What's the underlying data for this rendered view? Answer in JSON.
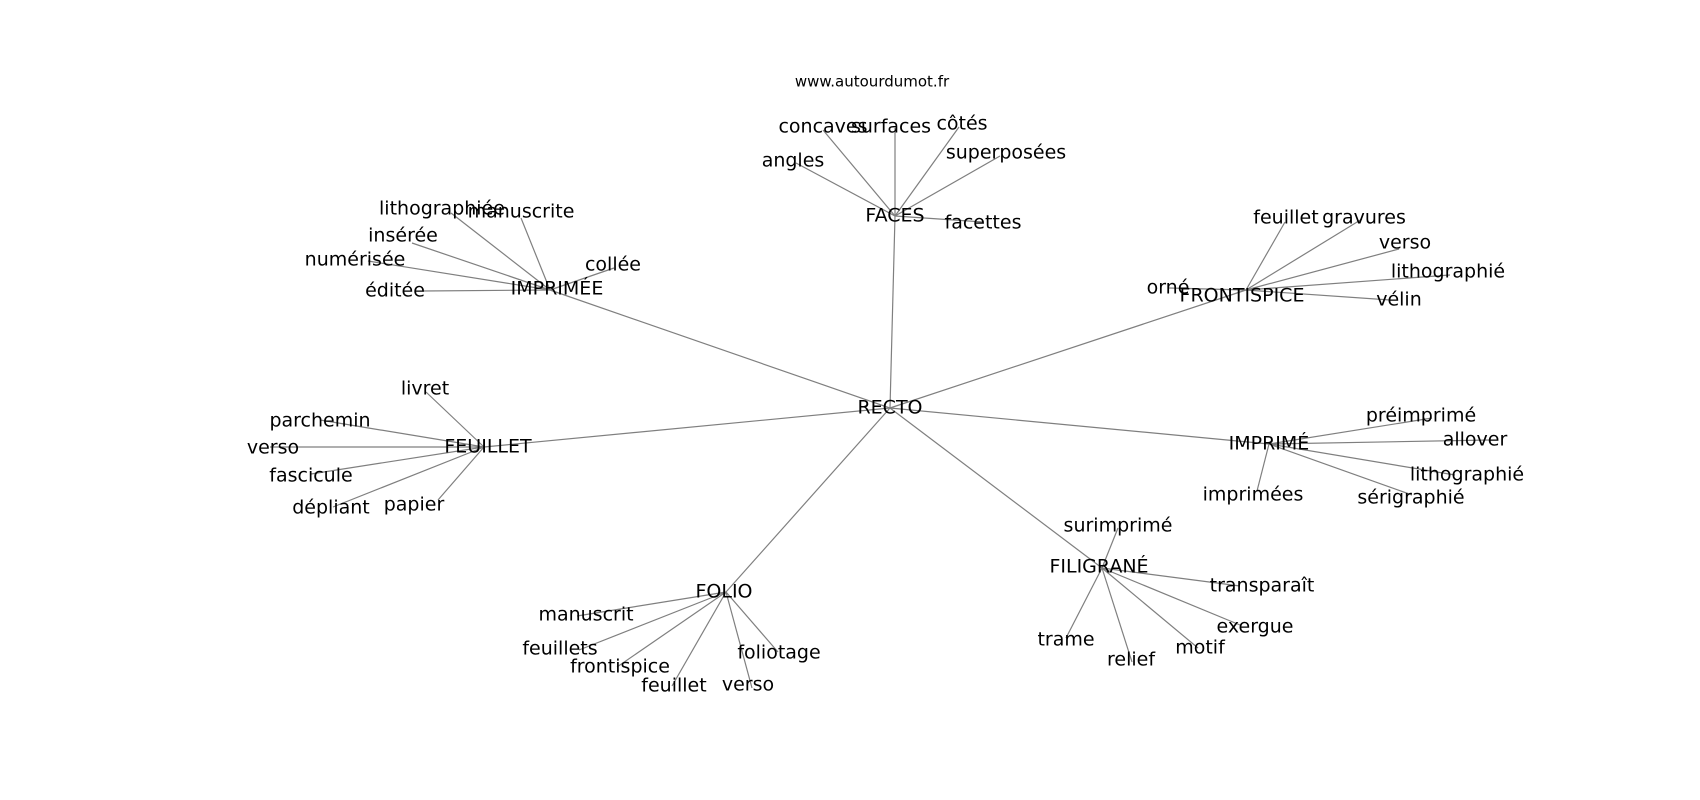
{
  "site": "www.autourdumot.fr",
  "center": "RECTO",
  "clusters": [
    {
      "hub": "FACES",
      "words": [
        "concaves",
        "surfaces",
        "côtés",
        "superposées",
        "angles",
        "facettes"
      ]
    },
    {
      "hub": "IMPRIMÉE",
      "words": [
        "lithographiée",
        "manuscrite",
        "insérée",
        "numérisée",
        "collée",
        "éditée"
      ]
    },
    {
      "hub": "FRONTISPICE",
      "words": [
        "feuillet",
        "gravures",
        "verso",
        "lithographié",
        "orné",
        "vélin"
      ]
    },
    {
      "hub": "FEUILLET",
      "words": [
        "livret",
        "parchemin",
        "verso",
        "fascicule",
        "dépliant",
        "papier"
      ]
    },
    {
      "hub": "IMPRIMÉ",
      "words": [
        "préimprimé",
        "allover",
        "lithographié",
        "sérigraphié",
        "imprimées"
      ]
    },
    {
      "hub": "FILIGRANÉ",
      "words": [
        "surimprimé",
        "transparaît",
        "exergue",
        "motif",
        "relief",
        "trame"
      ]
    },
    {
      "hub": "FOLIO",
      "words": [
        "manuscrit",
        "feuillets",
        "frontispice",
        "feuillet",
        "verso",
        "foliotage"
      ]
    }
  ]
}
